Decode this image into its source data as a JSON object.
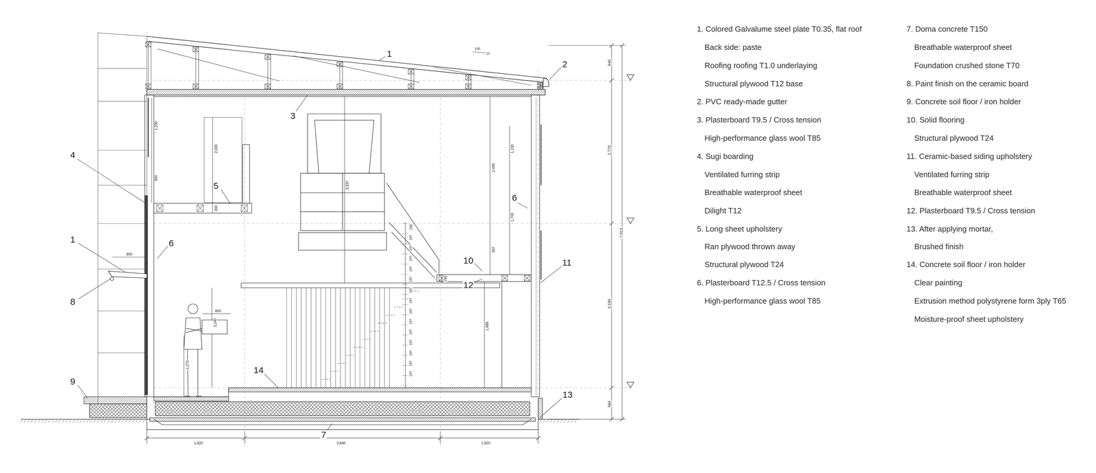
{
  "diagram": {
    "labels": [
      "1",
      "2",
      "3",
      "4",
      "5",
      "6",
      "1",
      "6",
      "10",
      "11",
      "12",
      "8",
      "9",
      "14",
      "13",
      "7",
      "640",
      "2,770",
      "3,100",
      "564",
      "7,013",
      "100",
      "10",
      "1,200",
      "900",
      "2,000",
      "300",
      "3,337",
      "2,450",
      "1,100",
      "1,700",
      "937",
      "1,989",
      "3,240",
      "600",
      "800",
      "1,270",
      "150",
      "183",
      "197",
      "197",
      "197",
      "197",
      "197",
      "197",
      "197",
      "197",
      "197",
      "197",
      "197",
      "197",
      "197",
      "197",
      "1,820",
      "3,640",
      "1,820",
      "1. Colored Galvalume steel plate T0.35, flat roof",
      "Back side: paste",
      "Roofing roofing T1.0 underlaying",
      "Structural plywood T12 base",
      "2. PVC ready-made gutter",
      "3. Plasterboard T9.5 / Cross tension",
      "High-performance glass wool T85",
      "4. Sugi boarding",
      "Ventilated furring strip",
      "Breathable waterproof sheet",
      "Dilight T12",
      "5. Long sheet upholstery",
      "Ran plywood thrown away",
      "Structural plywood T24",
      "6. Plasterboard T12.5 / Cross tension",
      "High-performance glass wool T85",
      "7. Doma concrete T150",
      "Breathable waterproof sheet",
      "Foundation crushed stone T70",
      "8. Paint finish on the ceramic board",
      "9. Concrete soil floor / iron holder",
      "10. Solid flooring",
      "Structural plywood T24",
      "11. Ceramic-based siding upholstery",
      "Ventilated furring strip",
      "Breathable waterproof sheet",
      "12. Plasterboard T9.5 / Cross tension",
      "13. After applying mortar,",
      "Brushed finish",
      "14. Concrete soil floor / iron holder",
      "Clear painting",
      "Extrusion method polystyrene form 3ply T65",
      "Moisture-proof sheet upholstery"
    ]
  }
}
